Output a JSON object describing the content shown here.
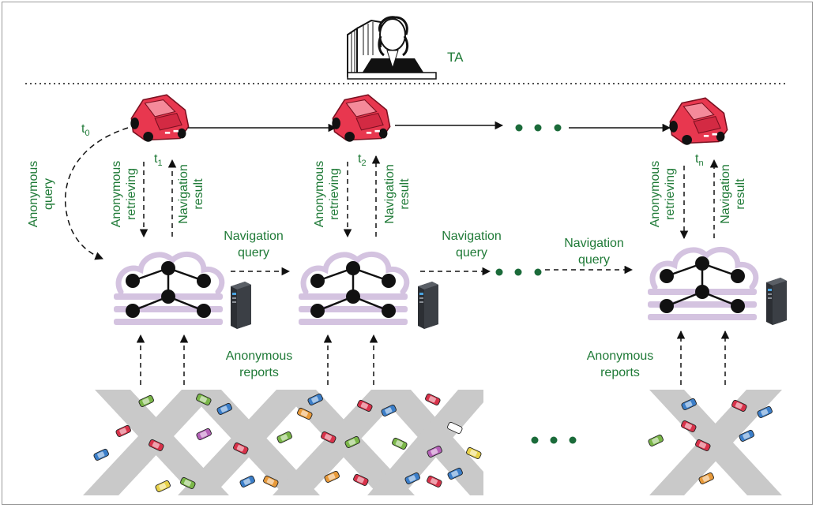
{
  "authority": {
    "label": "TA"
  },
  "timestamps": {
    "t0": {
      "base": "t",
      "sub": "0"
    },
    "t1": {
      "base": "t",
      "sub": "1"
    },
    "t2": {
      "base": "t",
      "sub": "2"
    },
    "tn": {
      "base": "t",
      "sub": "n"
    }
  },
  "labels": {
    "anonymous_query": [
      "Anonymous",
      "query"
    ],
    "anonymous_retrieving": [
      "Anonymous",
      "retrieving"
    ],
    "navigation_result": [
      "Navigation",
      "result"
    ],
    "navigation_query": [
      "Navigation",
      "query"
    ],
    "anonymous_reports": [
      "Anonymous",
      "reports"
    ]
  },
  "colors": {
    "label_green": "#1f7a37",
    "car_red": "#e8374f",
    "cloud_lavender": "#d4c3e0",
    "road_gray": "#c8c8c8",
    "dots_green": "#1b6b3a"
  },
  "icons": [
    "judge-icon",
    "car-icon",
    "cloud-network-icon",
    "server-icon",
    "road-intersection-icon"
  ]
}
